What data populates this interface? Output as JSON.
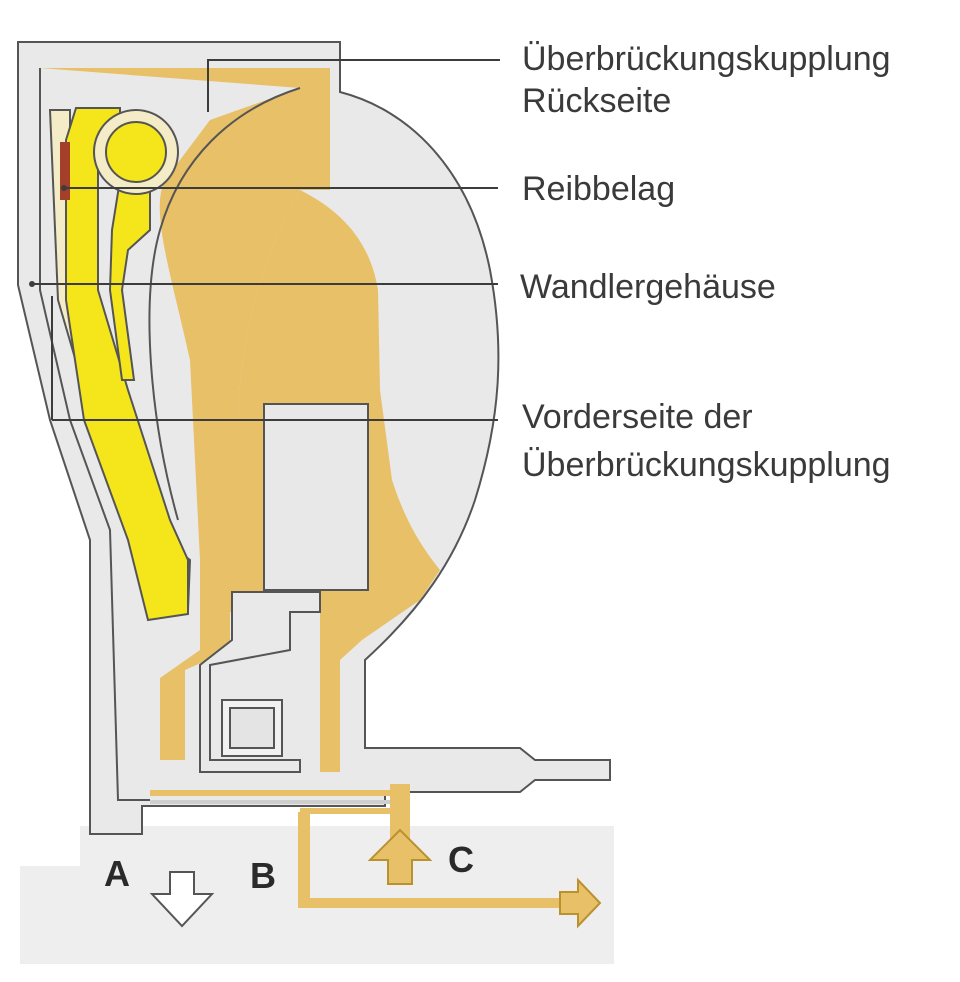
{
  "labels": {
    "lockup_back_line1": "Überbrückungskupplung",
    "lockup_back_line2": "Rückseite",
    "friction_lining": "Reibbelag",
    "converter_housing": "Wandlergehäuse",
    "lockup_front_line1": "Vorderseite der",
    "lockup_front_line2": "Überbrückungskupplung"
  },
  "ports": {
    "a": "A",
    "b": "B",
    "c": "C"
  },
  "colors": {
    "housing_fill": "#e9e9e9",
    "oil_tan": "#e7c068",
    "clutch_yellow": "#f5e61c",
    "lining_red": "#a4402a",
    "cream": "#f4ecc7",
    "outline": "#555555"
  }
}
